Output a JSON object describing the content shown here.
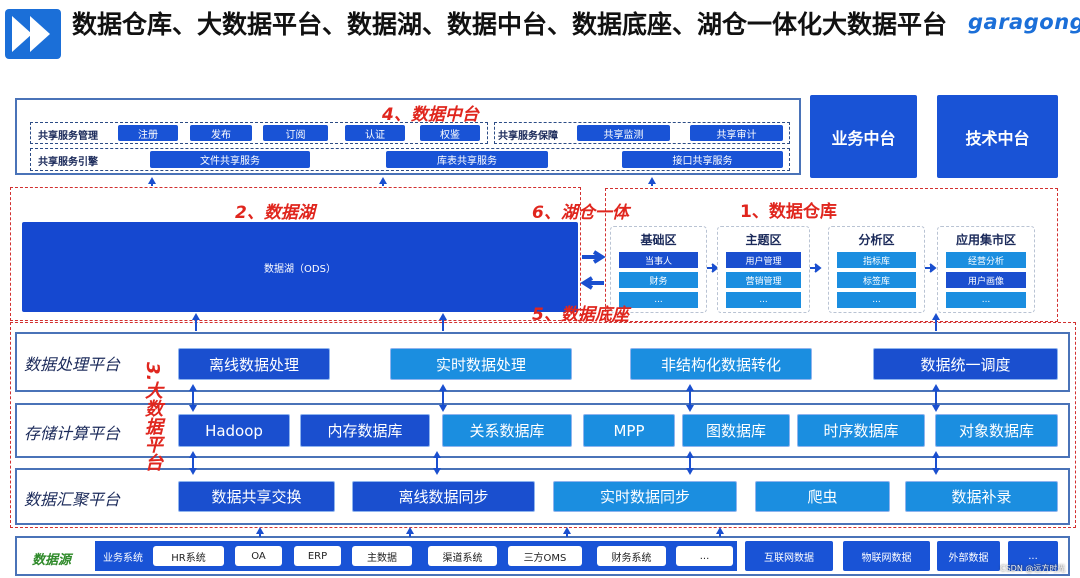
{
  "header": {
    "title": "数据仓库、大数据平台、数据湖、数据中台、数据底座、湖仓一体化大数据平台",
    "logo": "garagong",
    "icon": "double-chevron-right-icon"
  },
  "labels": {
    "data_middle": "4、数据中台",
    "data_lake": "2、数据湖",
    "lakehouse": "6、湖仓一体",
    "warehouse": "1、数据仓库",
    "base": "5、数据底座",
    "bigdata": "3.大数据平台"
  },
  "data_middle": {
    "mgmt_label": "共享服务管理",
    "mgmt_items": [
      "注册",
      "发布",
      "订阅",
      "认证",
      "权鉴"
    ],
    "guarantee_label": "共享服务保障",
    "guarantee_items": [
      "共享监测",
      "共享审计"
    ],
    "engine_label": "共享服务引擎",
    "engine_items": [
      "文件共享服务",
      "库表共享服务",
      "接口共享服务"
    ]
  },
  "side_boxes": [
    "业务中台",
    "技术中台"
  ],
  "lake": {
    "box": "数据湖（ODS）"
  },
  "warehouse_zones": [
    {
      "title": "基础区",
      "items": [
        "当事人",
        "财务",
        "..."
      ]
    },
    {
      "title": "主题区",
      "items": [
        "用户管理",
        "营销管理",
        "..."
      ]
    },
    {
      "title": "分析区",
      "items": [
        "指标库",
        "标签库",
        "..."
      ]
    },
    {
      "title": "应用集市区",
      "items": [
        "经营分析",
        "用户画像",
        "..."
      ]
    }
  ],
  "platform_rows": [
    {
      "label": "数据处理平台",
      "items": [
        "离线数据处理",
        "实时数据处理",
        "非结构化数据转化",
        "数据统一调度"
      ]
    },
    {
      "label": "存储计算平台",
      "items": [
        "Hadoop",
        "内存数据库",
        "关系数据库",
        "MPP",
        "图数据库",
        "时序数据库",
        "对象数据库"
      ]
    },
    {
      "label": "数据汇聚平台",
      "items": [
        "数据共享交换",
        "离线数据同步",
        "实时数据同步",
        "爬虫",
        "数据补录"
      ]
    }
  ],
  "data_source": {
    "label": "数据源",
    "group_label": "业务系统",
    "group_items": [
      "HR系统",
      "OA",
      "ERP",
      "主数据",
      "渠道系统",
      "三方OMS",
      "财务系统",
      "..."
    ],
    "other": [
      "互联网数据",
      "物联网数据",
      "外部数据",
      "..."
    ]
  },
  "watermark": "CSDN @远方时光"
}
